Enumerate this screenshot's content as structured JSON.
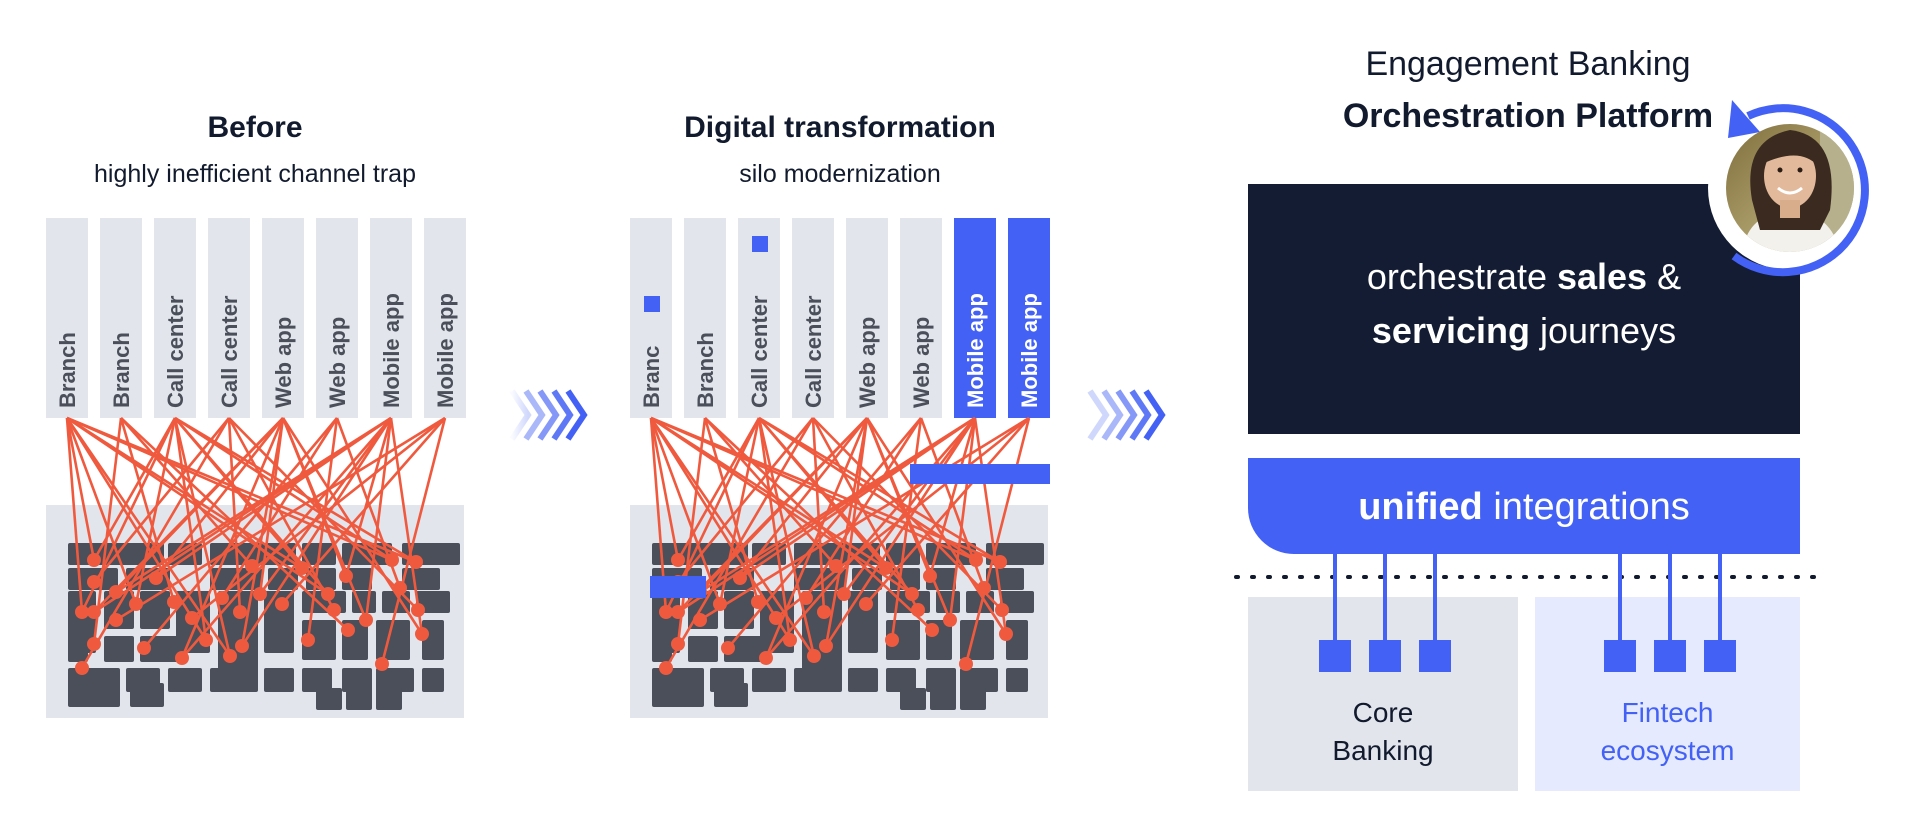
{
  "panels": [
    {
      "title": "Before",
      "subtitle": "highly inefficient channel trap",
      "channels": [
        "Branch",
        "Branch",
        "Call center",
        "Call center",
        "Web app",
        "Web app",
        "Mobile app",
        "Mobile app"
      ]
    },
    {
      "title": "Digital transformation",
      "subtitle": "silo modernization",
      "channels": [
        "Branc",
        "Branch",
        "Call center",
        "Call center",
        "Web app",
        "Web app",
        "Mobile app",
        "Mobile app"
      ]
    }
  ],
  "platform": {
    "title_line1": "Engagement Banking",
    "title_line2": "Orchestration Platform",
    "dark_line1_pre": "orchestrate ",
    "dark_line1_bold": "sales",
    "dark_line1_post": " &",
    "dark_line2_bold": "servicing",
    "dark_line2_post": " journeys",
    "bar_bold": "unified",
    "bar_post": " integrations",
    "core_line1": "Core",
    "core_line2": "Banking",
    "fintech_line1": "Fintech",
    "fintech_line2": "ecosystem"
  },
  "colors": {
    "navy": "#131c32",
    "blue": "#4361f4",
    "red": "#ef5a3f",
    "column_gray": "#e2e5ec",
    "block_gray": "#4a4f59",
    "light_blue": "#e5eafe"
  },
  "icons": [
    "chevrons-right-icon",
    "chevrons-right-icon",
    "refresh-arrow-icon",
    "person-avatar"
  ]
}
